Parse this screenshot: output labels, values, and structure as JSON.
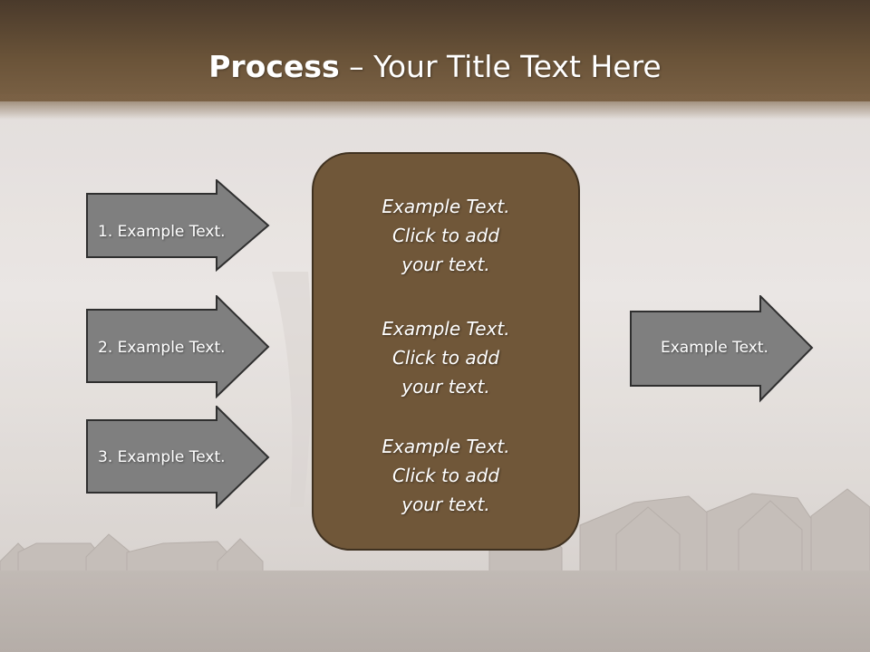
{
  "title": {
    "bold": "Process",
    "rest": " – Your Title Text Here"
  },
  "inputs": [
    {
      "label": "1. Example Text."
    },
    {
      "label": "2. Example Text."
    },
    {
      "label": "3. Example Text."
    }
  ],
  "center_box": {
    "blocks": [
      {
        "line1": "Example Text.",
        "line2": "Click  to add",
        "line3": "your text."
      },
      {
        "line1": "Example Text.",
        "line2": "Click  to add",
        "line3": "your text."
      },
      {
        "line1": "Example Text.",
        "line2": "Click  to add",
        "line3": "your text."
      }
    ]
  },
  "output": {
    "label": "Example Text."
  },
  "colors": {
    "title_band": "#6b5439",
    "center_box": "#705739",
    "arrow_fill": "#7f7f7f",
    "arrow_stroke": "#2f2f2f"
  }
}
